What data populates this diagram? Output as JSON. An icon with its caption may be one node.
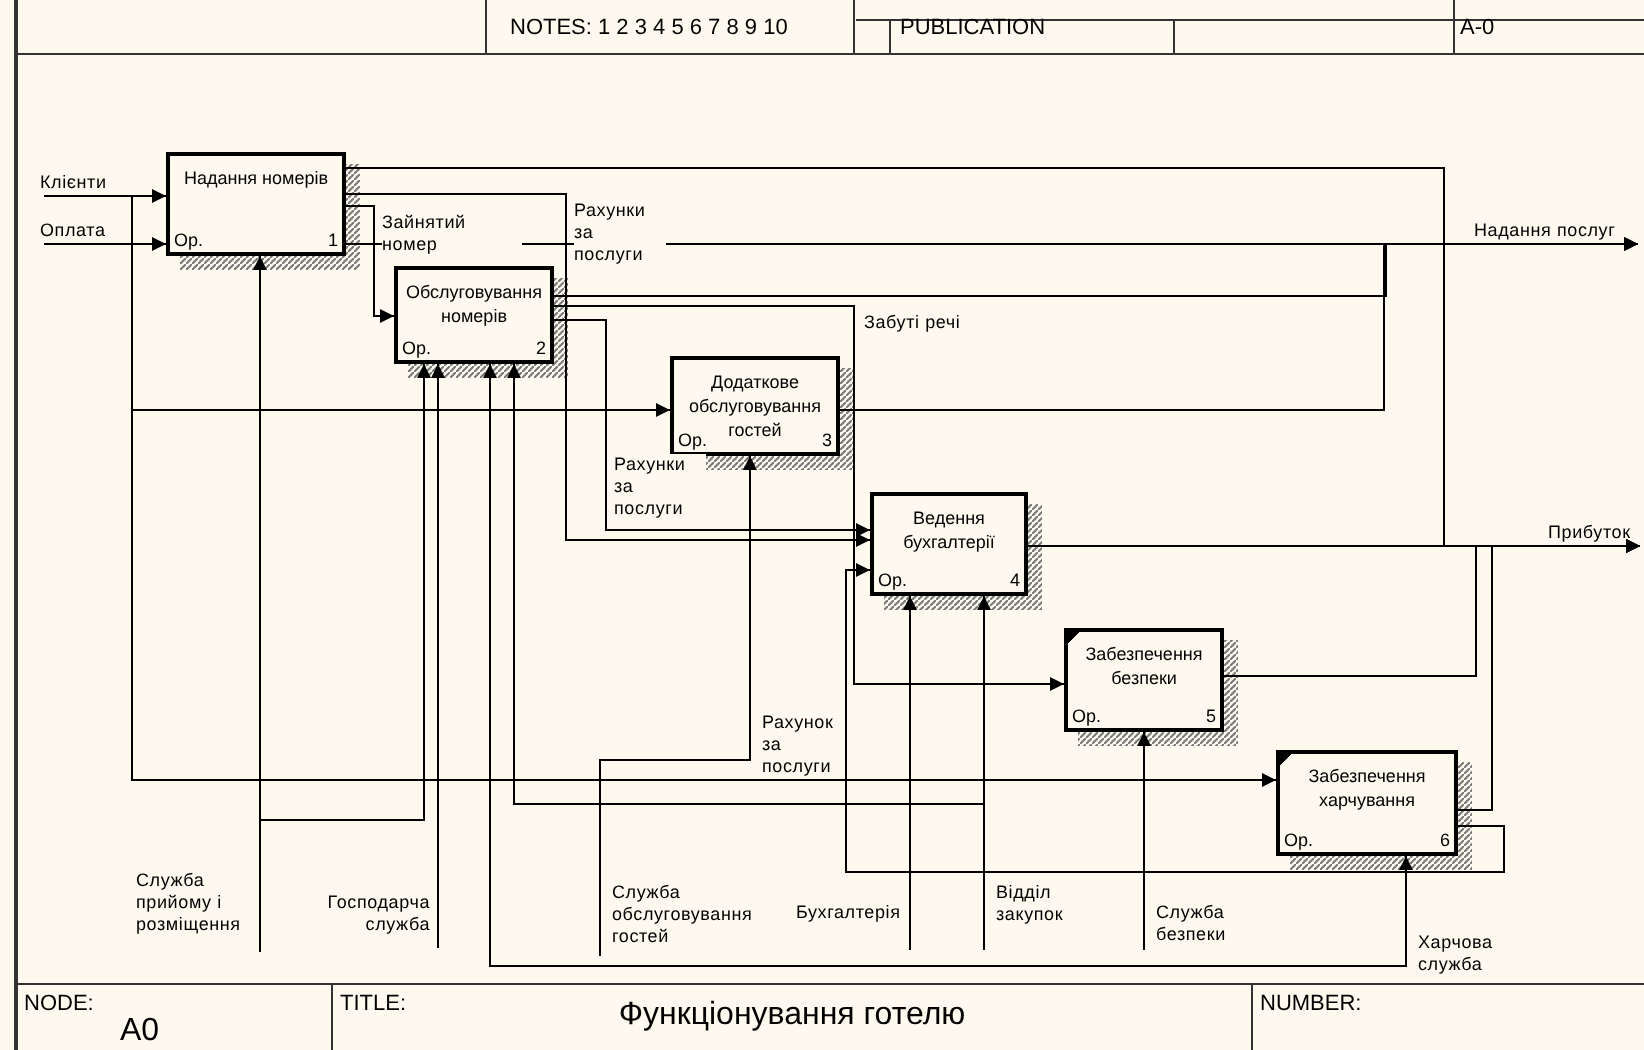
{
  "diagram": {
    "title": "Функціонування готелю",
    "nodes": [
      {
        "text": [
          "Надання номерів",
          "Ор.",
          "1"
        ]
      },
      {
        "text": [
          "Обслуговування номерів",
          "Ор.",
          "2"
        ]
      },
      {
        "text": [
          "Додаткове обслуговування гостей",
          "Ор.",
          "3"
        ]
      },
      {
        "text": [
          "Ведення бухгалтерії",
          "Ор.",
          "4"
        ]
      },
      {
        "text": [
          "Забезпечення безпеки",
          "Ор.",
          "5"
        ]
      },
      {
        "text": [
          "Забезпечення харчування",
          "Ор.",
          "6"
        ]
      },
      {
        "text": [
          "Клієнти"
        ]
      },
      {
        "text": [
          "Оплата"
        ]
      },
      {
        "text": [
          "Надання послуг"
        ]
      },
      {
        "text": [
          "Прибуток"
        ]
      },
      {
        "text": [
          "Служба прийому і розміщення"
        ]
      },
      {
        "text": [
          "Господарча служба"
        ]
      },
      {
        "text": [
          "Служба обслуговування гостей"
        ]
      },
      {
        "text": [
          "Бухгалтерія"
        ]
      },
      {
        "text": [
          "Відділ закупок"
        ]
      },
      {
        "text": [
          "Служба безпеки"
        ]
      },
      {
        "text": [
          "Харчова служба"
        ]
      }
    ],
    "edges": [
      {
        "from": 6,
        "to": 0,
        "arrow": "to"
      },
      {
        "from": 7,
        "to": 0,
        "arrow": "to"
      },
      {
        "from": 6,
        "to": 2,
        "arrow": "to"
      },
      {
        "from": 6,
        "to": 5,
        "arrow": "to"
      },
      {
        "from": 0,
        "to": 1,
        "arrow": "to",
        "label": "Зайнятий номер"
      },
      {
        "from": 0,
        "to": 3,
        "arrow": "to",
        "label": "Рахунки за послуги"
      },
      {
        "from": 0,
        "to": 8,
        "arrow": "to"
      },
      {
        "from": 0,
        "to": 9,
        "arrow": "to"
      },
      {
        "from": 1,
        "to": 8,
        "arrow": "to"
      },
      {
        "from": 1,
        "to": 3,
        "arrow": "to",
        "label": "Рахунки за послуги"
      },
      {
        "from": 1,
        "to": 4,
        "arrow": "to",
        "label": "Забуті речі"
      },
      {
        "from": 2,
        "to": 8,
        "arrow": "to"
      },
      {
        "from": 3,
        "to": 9,
        "arrow": "to"
      },
      {
        "from": 4,
        "to": 9,
        "arrow": "to"
      },
      {
        "from": 5,
        "to": 9,
        "arrow": "to"
      },
      {
        "from": 5,
        "to": 3,
        "arrow": "to"
      },
      {
        "from": 10,
        "to": 0,
        "arrow": "to"
      },
      {
        "from": 10,
        "to": 1,
        "arrow": "to"
      },
      {
        "from": 11,
        "to": 1,
        "arrow": "to"
      },
      {
        "from": 12,
        "to": 2,
        "arrow": "to"
      },
      {
        "from": 13,
        "to": 3,
        "arrow": "to"
      },
      {
        "from": 14,
        "to": 3,
        "arrow": "to"
      },
      {
        "from": 15,
        "to": 4,
        "arrow": "to"
      },
      {
        "from": 16,
        "to": 5,
        "arrow": "to"
      },
      {
        "from": 16,
        "to": 1,
        "arrow": "to"
      },
      {
        "from": 14,
        "to": 1,
        "arrow": "to"
      }
    ],
    "labels": [
      "NOTES:  1  2  3  4  5  6  7  8  9  10",
      "PUBLICATION",
      "A-0",
      "Рахунок за послуги",
      "NODE:",
      "A0",
      "TITLE:",
      "NUMBER:"
    ]
  }
}
